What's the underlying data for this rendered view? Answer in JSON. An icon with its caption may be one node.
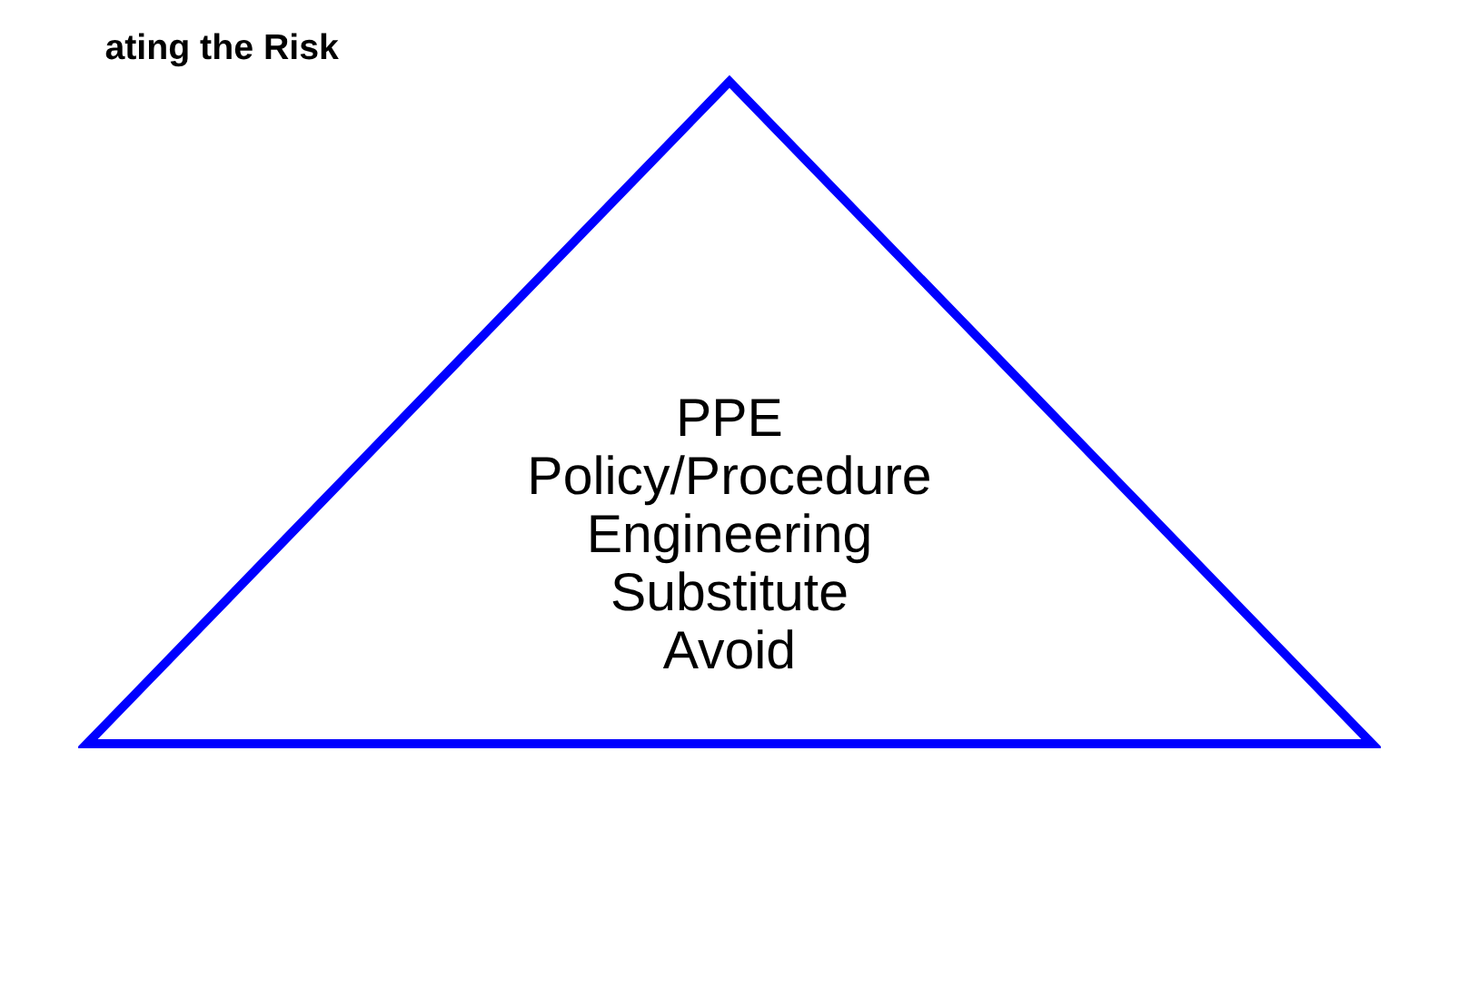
{
  "diagram": {
    "title": "ating the Risk",
    "nodes": [
      {
        "text": [
          "PPE",
          "Policy/Procedure",
          "Engineering",
          "Substitute",
          "Avoid"
        ]
      }
    ]
  }
}
